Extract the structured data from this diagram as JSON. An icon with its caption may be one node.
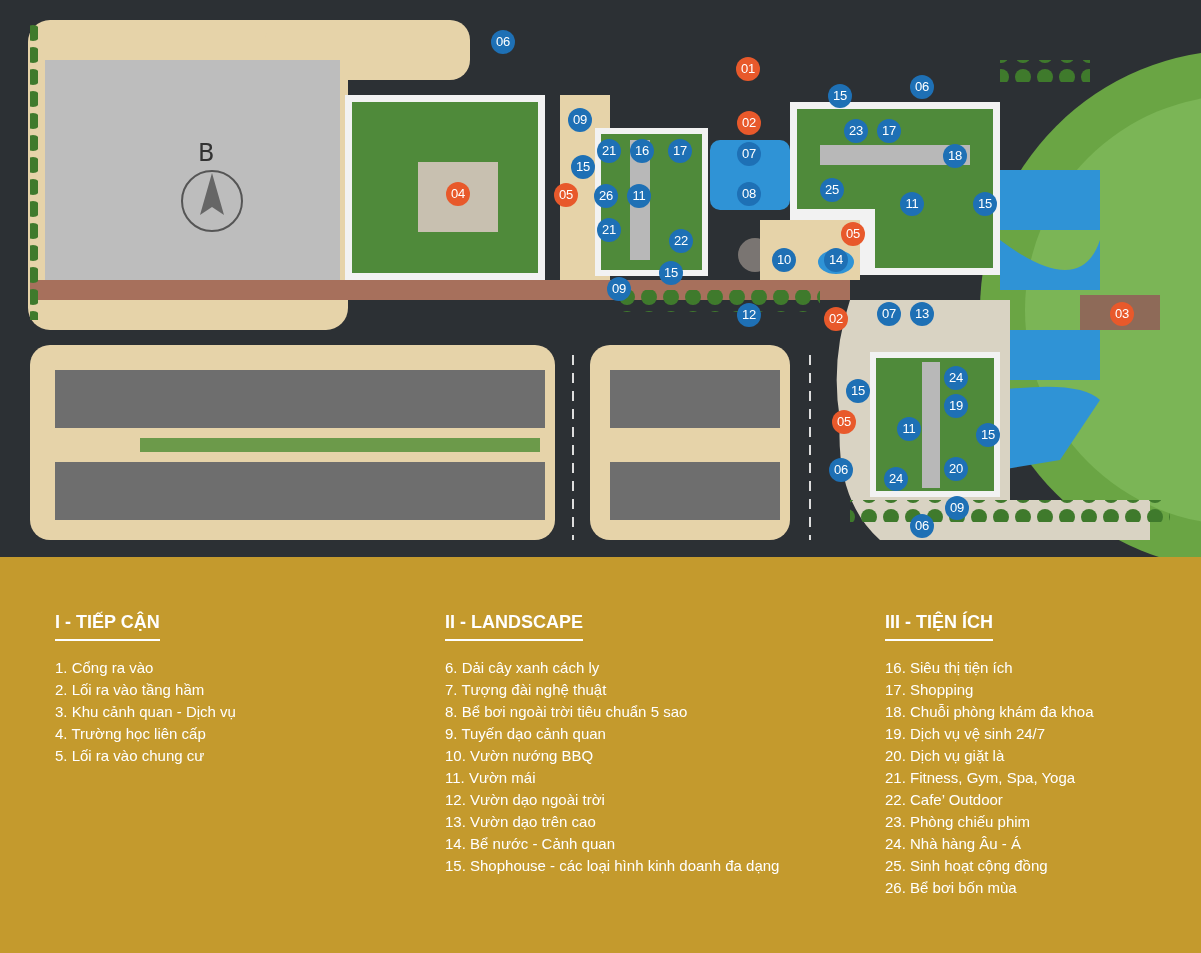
{
  "diagram": {
    "labels": [
      "B",
      "06",
      "01",
      "15",
      "06",
      "09",
      "02",
      "21",
      "16",
      "17",
      "07",
      "23",
      "17",
      "18",
      "15",
      "04",
      "05",
      "26",
      "11",
      "08",
      "25",
      "11",
      "15",
      "21",
      "22",
      "05",
      "10",
      "14",
      "15",
      "09",
      "12",
      "02",
      "07",
      "13",
      "03",
      "24",
      "15",
      "19",
      "05",
      "11",
      "15",
      "06",
      "24",
      "20",
      "09",
      "06",
      "I - TIẾP CẬN",
      "1. Cổng ra vào",
      "2. Lối ra vào tầng hầm",
      "3. Khu cảnh quan - Dịch vụ",
      "4. Trường học liên cấp",
      "5. Lối ra vào chung cư",
      "II - LANDSCAPE",
      "6. Dải cây xanh cách ly",
      "7. Tượng đài nghệ thuật",
      "8. Bể bơi ngoài trời tiêu chuẩn 5 sao",
      "9. Tuyến dạo cảnh quan",
      "10. Vườn nướng BBQ",
      "11. Vườn mái",
      "12. Vườn dạo ngoài trời",
      "13. Vườn dạo trên cao",
      "14. Bể nước - Cảnh quan",
      "15. Shophouse - các loại hình kinh doanh đa dạng",
      "III - TIỆN ÍCH",
      "16. Siêu thị tiện ích",
      "17. Shopping",
      "18. Chuỗi phòng khám đa khoa",
      "19. Dịch vụ vệ sinh 24/7",
      "20. Dịch vụ giặt là",
      "21. Fitness, Gym, Spa, Yoga",
      "22. Cafe’ Outdoor",
      "23. Phòng chiếu phim",
      "24. Nhà hàng Âu - Á",
      "25. Sinh hoạt cộng đồng",
      "26. Bể bơi bốn mùa"
    ]
  }
}
